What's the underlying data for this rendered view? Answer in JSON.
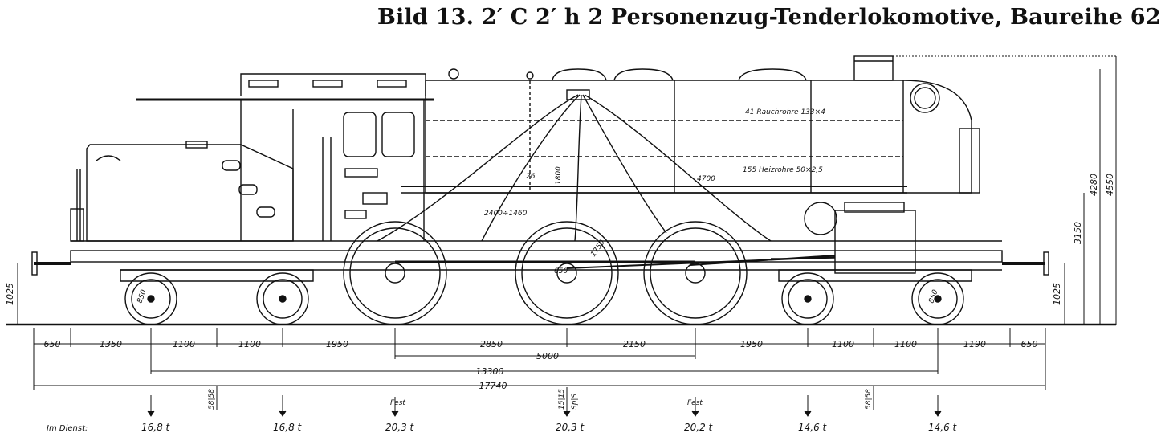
{
  "title": "Bild 13.  2′ C 2′ h 2 Personenzug-Tenderlokomotive, Baureihe 62",
  "drawing_labels": {
    "smoke_tubes": "41 Rauchrohre 133×4",
    "heating_tubes": "155 Heizrohre 50×2,5",
    "tube_length": "4700",
    "d1": "2400÷1460",
    "d2": "1800",
    "d3": "26",
    "d4": "1750",
    "d5": "850",
    "d6": "850",
    "d7": "650"
  },
  "horizontal_dims": {
    "row1": [
      "650",
      "1350",
      "1100",
      "1100",
      "1950",
      "2850",
      "2150",
      "1950",
      "1100",
      "1100",
      "1190",
      "650"
    ],
    "coupled_base": "5000",
    "bogie_base": "13300",
    "overall": "17740"
  },
  "vertical_dims": {
    "buffer_left": "1025",
    "buffer_right": "1025",
    "boiler_axis": "3150",
    "chimney_mid": "4280",
    "total_height": "4550"
  },
  "axle_marks": {
    "spring_left": "58|58",
    "fest_1": "Fest",
    "spiel": "15|15",
    "spiel_label": "Sp|S",
    "fest_2": "Fest",
    "spring_right": "58|58"
  },
  "loads": {
    "label": "Im Dienst:",
    "values": [
      "16,8 t",
      "16,8 t",
      "20,3 t",
      "20,3 t",
      "20,2 t",
      "14,6 t",
      "14,6 t"
    ]
  }
}
